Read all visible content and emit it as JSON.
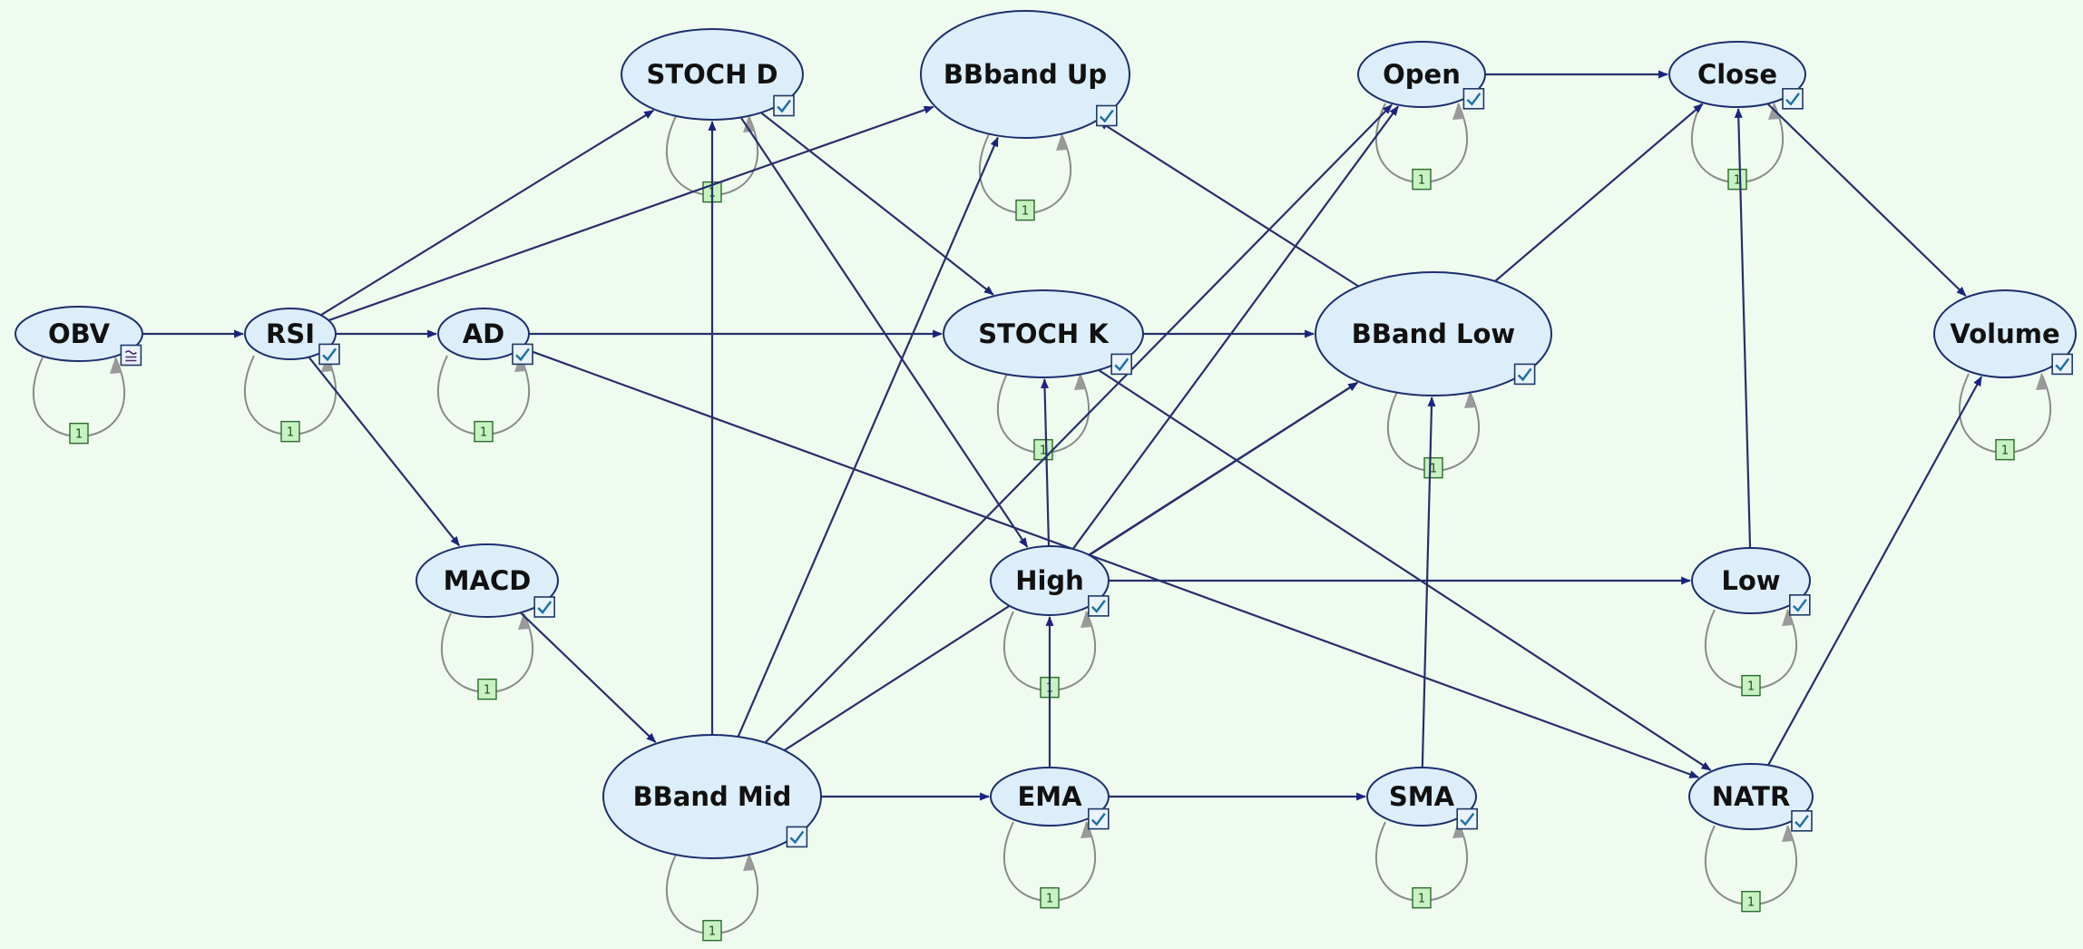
{
  "colors": {
    "background": "#f0fbf0",
    "node_fill": "#dceefa",
    "node_stroke": "#1c2f6e",
    "edge": "#26306b",
    "self_loop": "#8a8a8a",
    "self_loop_arrow": "#9a9a9a",
    "lag_badge_fill": "#c8f2c2",
    "checkbox_accent": "#1a6fa6"
  },
  "nodes": [
    {
      "id": "obv",
      "label": "OBV",
      "lag": "1",
      "status": "tilde"
    },
    {
      "id": "rsi",
      "label": "RSI",
      "lag": "1",
      "status": "check"
    },
    {
      "id": "ad",
      "label": "AD",
      "lag": "1",
      "status": "check"
    },
    {
      "id": "macd",
      "label": "MACD",
      "lag": "1",
      "status": "check"
    },
    {
      "id": "stochd",
      "label": "STOCH D",
      "lag": "1",
      "status": "check"
    },
    {
      "id": "bbup",
      "label": "BBband Up",
      "lag": "1",
      "status": "check"
    },
    {
      "id": "stochk",
      "label": "STOCH K",
      "lag": "1",
      "status": "check"
    },
    {
      "id": "bbmid",
      "label": "BBand Mid",
      "lag": "1",
      "status": "check"
    },
    {
      "id": "high",
      "label": "High",
      "lag": "1",
      "status": "check"
    },
    {
      "id": "ema",
      "label": "EMA",
      "lag": "1",
      "status": "check"
    },
    {
      "id": "open",
      "label": "Open",
      "lag": "1",
      "status": "check"
    },
    {
      "id": "bblow",
      "label": "BBand Low",
      "lag": "1",
      "status": "check"
    },
    {
      "id": "sma",
      "label": "SMA",
      "lag": "1",
      "status": "check"
    },
    {
      "id": "close",
      "label": "Close",
      "lag": "1",
      "status": "check"
    },
    {
      "id": "low",
      "label": "Low",
      "lag": "1",
      "status": "check"
    },
    {
      "id": "natr",
      "label": "NATR",
      "lag": "1",
      "status": "check"
    },
    {
      "id": "volume",
      "label": "Volume",
      "lag": "1",
      "status": "check"
    }
  ],
  "edges": [
    {
      "from": "obv",
      "to": "rsi"
    },
    {
      "from": "rsi",
      "to": "ad"
    },
    {
      "from": "rsi",
      "to": "stochd"
    },
    {
      "from": "rsi",
      "to": "bbup"
    },
    {
      "from": "rsi",
      "to": "macd"
    },
    {
      "from": "ad",
      "to": "stochk"
    },
    {
      "from": "ad",
      "to": "natr"
    },
    {
      "from": "stochd",
      "to": "stochk"
    },
    {
      "from": "stochd",
      "to": "high"
    },
    {
      "from": "macd",
      "to": "bbmid"
    },
    {
      "from": "bbmid",
      "to": "stochd"
    },
    {
      "from": "bbmid",
      "to": "bbup"
    },
    {
      "from": "bbmid",
      "to": "ema"
    },
    {
      "from": "bbmid",
      "to": "open"
    },
    {
      "from": "bbmid",
      "to": "bblow"
    },
    {
      "from": "stochk",
      "to": "bblow"
    },
    {
      "from": "stochk",
      "to": "natr"
    },
    {
      "from": "high",
      "to": "stochk"
    },
    {
      "from": "high",
      "to": "open"
    },
    {
      "from": "high",
      "to": "bblow"
    },
    {
      "from": "high",
      "to": "low"
    },
    {
      "from": "ema",
      "to": "high"
    },
    {
      "from": "ema",
      "to": "sma"
    },
    {
      "from": "sma",
      "to": "bblow"
    },
    {
      "from": "bblow",
      "to": "bbup"
    },
    {
      "from": "bblow",
      "to": "close"
    },
    {
      "from": "open",
      "to": "close"
    },
    {
      "from": "low",
      "to": "close"
    },
    {
      "from": "close",
      "to": "volume"
    },
    {
      "from": "natr",
      "to": "volume"
    }
  ]
}
